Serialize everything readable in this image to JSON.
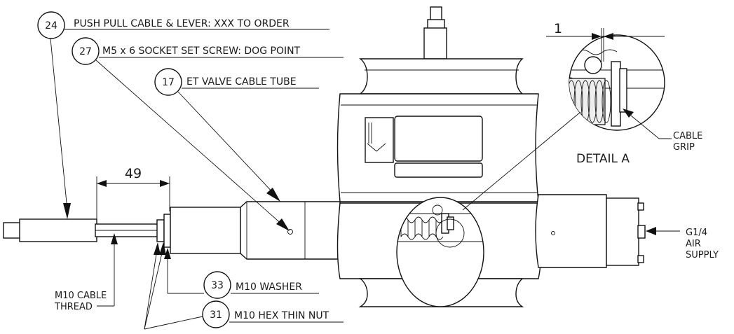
{
  "callouts": [
    {
      "number": "24",
      "label": "PUSH PULL CABLE & LEVER: XXX TO ORDER"
    },
    {
      "number": "27",
      "label": "M5 x 6 SOCKET SET SCREW: DOG POINT"
    },
    {
      "number": "17",
      "label": "ET VALVE CABLE TUBE"
    },
    {
      "number": "33",
      "label": "M10 WASHER"
    },
    {
      "number": "31",
      "label": "M10 HEX THIN NUT"
    }
  ],
  "dimensions": {
    "cable_thread_length": "49",
    "detail_gap": "1"
  },
  "labels": {
    "cable_thread_line1": "M10 CABLE",
    "cable_thread_line2": "THREAD",
    "cable_grip_line1": "CABLE",
    "cable_grip_line2": "GRIP",
    "detail_title": "DETAIL A",
    "air_line1": "G1/4",
    "air_line2": "AIR",
    "air_line3": "SUPPLY"
  }
}
